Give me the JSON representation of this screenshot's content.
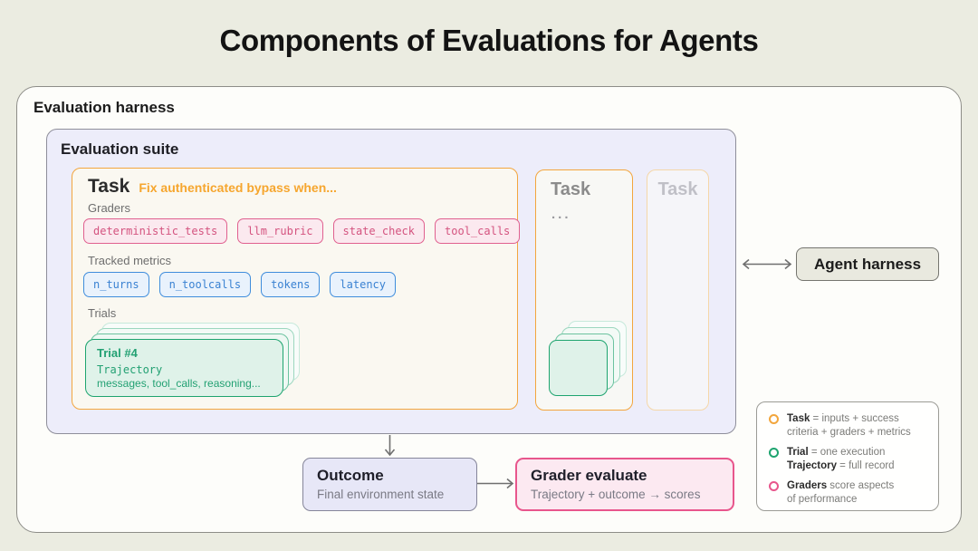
{
  "title": "Components of Evaluations for Agents",
  "harness": {
    "label": "Evaluation harness"
  },
  "suite": {
    "label": "Evaluation suite",
    "task_main": {
      "title": "Task",
      "subtitle": "Fix authenticated bypass when...",
      "graders_label": "Graders",
      "graders": [
        "deterministic_tests",
        "llm_rubric",
        "state_check",
        "tool_calls"
      ],
      "metrics_label": "Tracked metrics",
      "metrics": [
        "n_turns",
        "n_toolcalls",
        "tokens",
        "latency"
      ],
      "trials_label": "Trials",
      "trial": {
        "title": "Trial #4",
        "trajectory_label": "Trajectory",
        "detail": "messages, tool_calls, reasoning..."
      }
    },
    "task_second": {
      "title": "Task",
      "ellipsis": "..."
    },
    "task_third": {
      "title": "Task"
    }
  },
  "agent_harness": {
    "label": "Agent harness"
  },
  "outcome": {
    "title": "Outcome",
    "subtitle": "Final environment state"
  },
  "grader_evaluate": {
    "title": "Grader evaluate",
    "subtitle": "Trajectory + outcome → scores"
  },
  "legend": {
    "items": [
      {
        "term": "Task",
        "rest": " = inputs + success",
        "line2_term": "",
        "line2_rest": "criteria + graders + metrics",
        "color": "#f2a63d"
      },
      {
        "term": "Trial",
        "rest": " = one execution",
        "line2_term": "Trajectory",
        "line2_rest": " = full record",
        "color": "#1ea46f"
      },
      {
        "term": "Graders",
        "rest": " score aspects",
        "line2_term": "",
        "line2_rest": "of performance",
        "color": "#e8568c"
      }
    ]
  },
  "colors": {
    "page_bg": "#ebece1",
    "harness_bg": "#fdfdfa",
    "suite_bg": "#ededfa",
    "task_bg": "#faf8f1",
    "task_border_orange": "#f3a63e",
    "grader_pink_border": "#e0608f",
    "grader_pink_bg": "#fbe9ef",
    "metric_blue_border": "#3f8ddc",
    "metric_blue_bg": "#e9f2fc",
    "trial_green_border": "#1ea46f",
    "trial_green_bg": "#dff2e9",
    "agent_box_bg": "#e9e9df",
    "outcome_bg": "#e7e7f7",
    "grader_eval_bg": "#fce9f1",
    "grader_eval_border": "#e8568c",
    "arrow": "#6f6f6f"
  }
}
